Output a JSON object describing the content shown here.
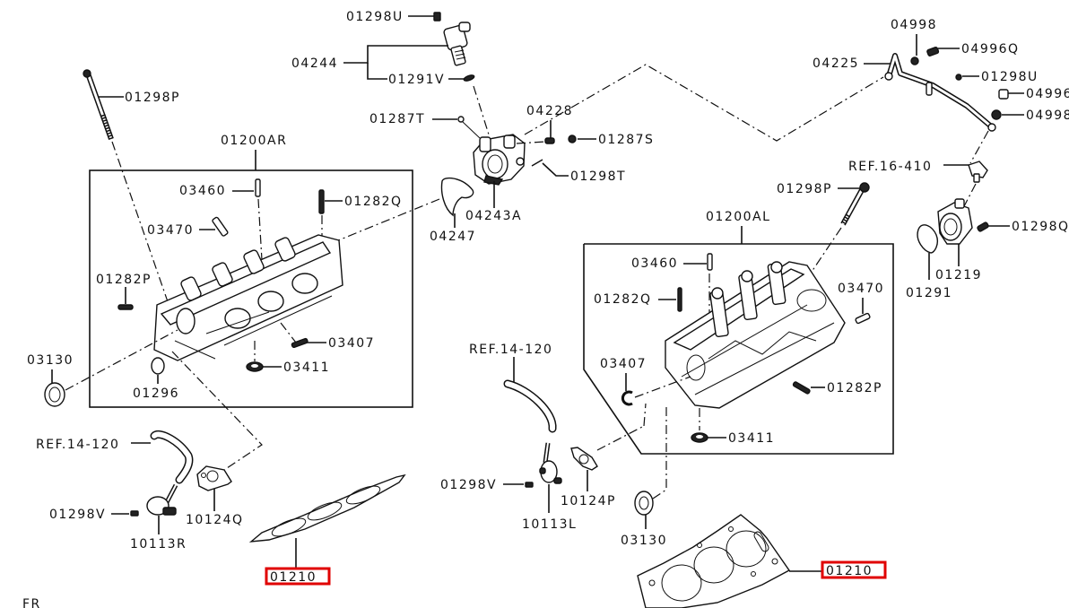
{
  "diagram": {
    "title": "Cylinder Head Parts Diagram",
    "highlight_color": "#e00000",
    "labels": {
      "p01298U_top": "01298U",
      "p04244": "04244",
      "p01291V": "01291V",
      "p01298P_left": "01298P",
      "p01287T": "01287T",
      "p04228": "04228",
      "p01287S": "01287S",
      "p01298T": "01298T",
      "p04243A": "04243A",
      "p04247": "04247",
      "p01200AR": "01200AR",
      "p03460_r": "03460",
      "p01282Q_r": "01282Q",
      "p03470_r": "03470",
      "p01282P_r": "01282P",
      "p03407_r": "03407",
      "p03411_r": "03411",
      "p03130_l": "03130",
      "p01296": "01296",
      "ref14_120_l": "REF.14-120",
      "p01298V_l": "01298V",
      "p10113R": "10113R",
      "p10124Q": "10124Q",
      "p01210_l": "01210",
      "p04998_top": "04998",
      "p04996Q": "04996Q",
      "p04225": "04225",
      "p01298U_r": "01298U",
      "p04996_r": "04996",
      "p04998_r": "04998",
      "ref16_410": "REF.16-410",
      "p01298P_r": "01298P",
      "p01298Q": "01298Q",
      "p01219": "01219",
      "p01291": "01291",
      "p01200AL": "01200AL",
      "p03460_l": "03460",
      "p01282Q_l": "01282Q",
      "p03470_l": "03470",
      "p03407_l": "03407",
      "p01282P_l": "01282P",
      "p03411_l": "03411",
      "ref14_120_c": "REF.14-120",
      "p01298V_c": "01298V",
      "p10113L": "10113L",
      "p10124P": "10124P",
      "p03130_c": "03130",
      "p01210_r": "01210",
      "corner_mark": "FR"
    },
    "highlighted_parts": [
      "01210"
    ]
  }
}
